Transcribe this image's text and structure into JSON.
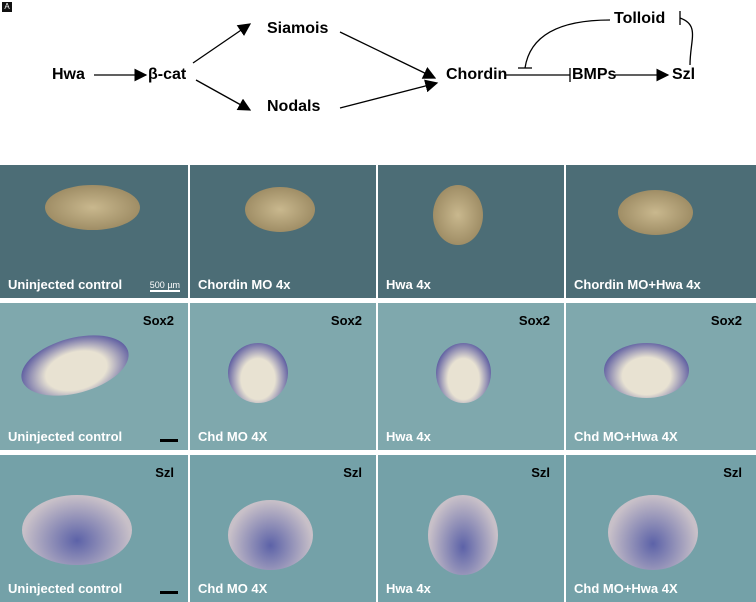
{
  "corner_label": "A",
  "diagram": {
    "nodes": [
      "Hwa",
      "β-cat",
      "Siamois",
      "Nodals",
      "Chordin",
      "BMPs",
      "Szl",
      "Tolloid"
    ]
  },
  "panels": [
    {
      "label": "Uninjected control",
      "marker": "",
      "scale": "500 µm"
    },
    {
      "label": "Chordin MO 4x",
      "marker": ""
    },
    {
      "label": "Hwa 4x",
      "marker": ""
    },
    {
      "label": "Chordin MO+Hwa 4x",
      "marker": ""
    },
    {
      "label": "Uninjected control",
      "marker": "Sox2"
    },
    {
      "label": "Chd MO 4X",
      "marker": "Sox2"
    },
    {
      "label": "Hwa 4x",
      "marker": "Sox2"
    },
    {
      "label": "Chd MO+Hwa 4X",
      "marker": "Sox2"
    },
    {
      "label": "Uninjected control",
      "marker": "Szl"
    },
    {
      "label": "Chd MO 4X",
      "marker": "Szl"
    },
    {
      "label": "Hwa 4x",
      "marker": "Szl"
    },
    {
      "label": "Chd MO+Hwa 4X",
      "marker": "Szl"
    }
  ],
  "colors": {
    "row1": "#4c6d76",
    "row2": "#7fa8ad",
    "row3": "#74a1a8"
  }
}
